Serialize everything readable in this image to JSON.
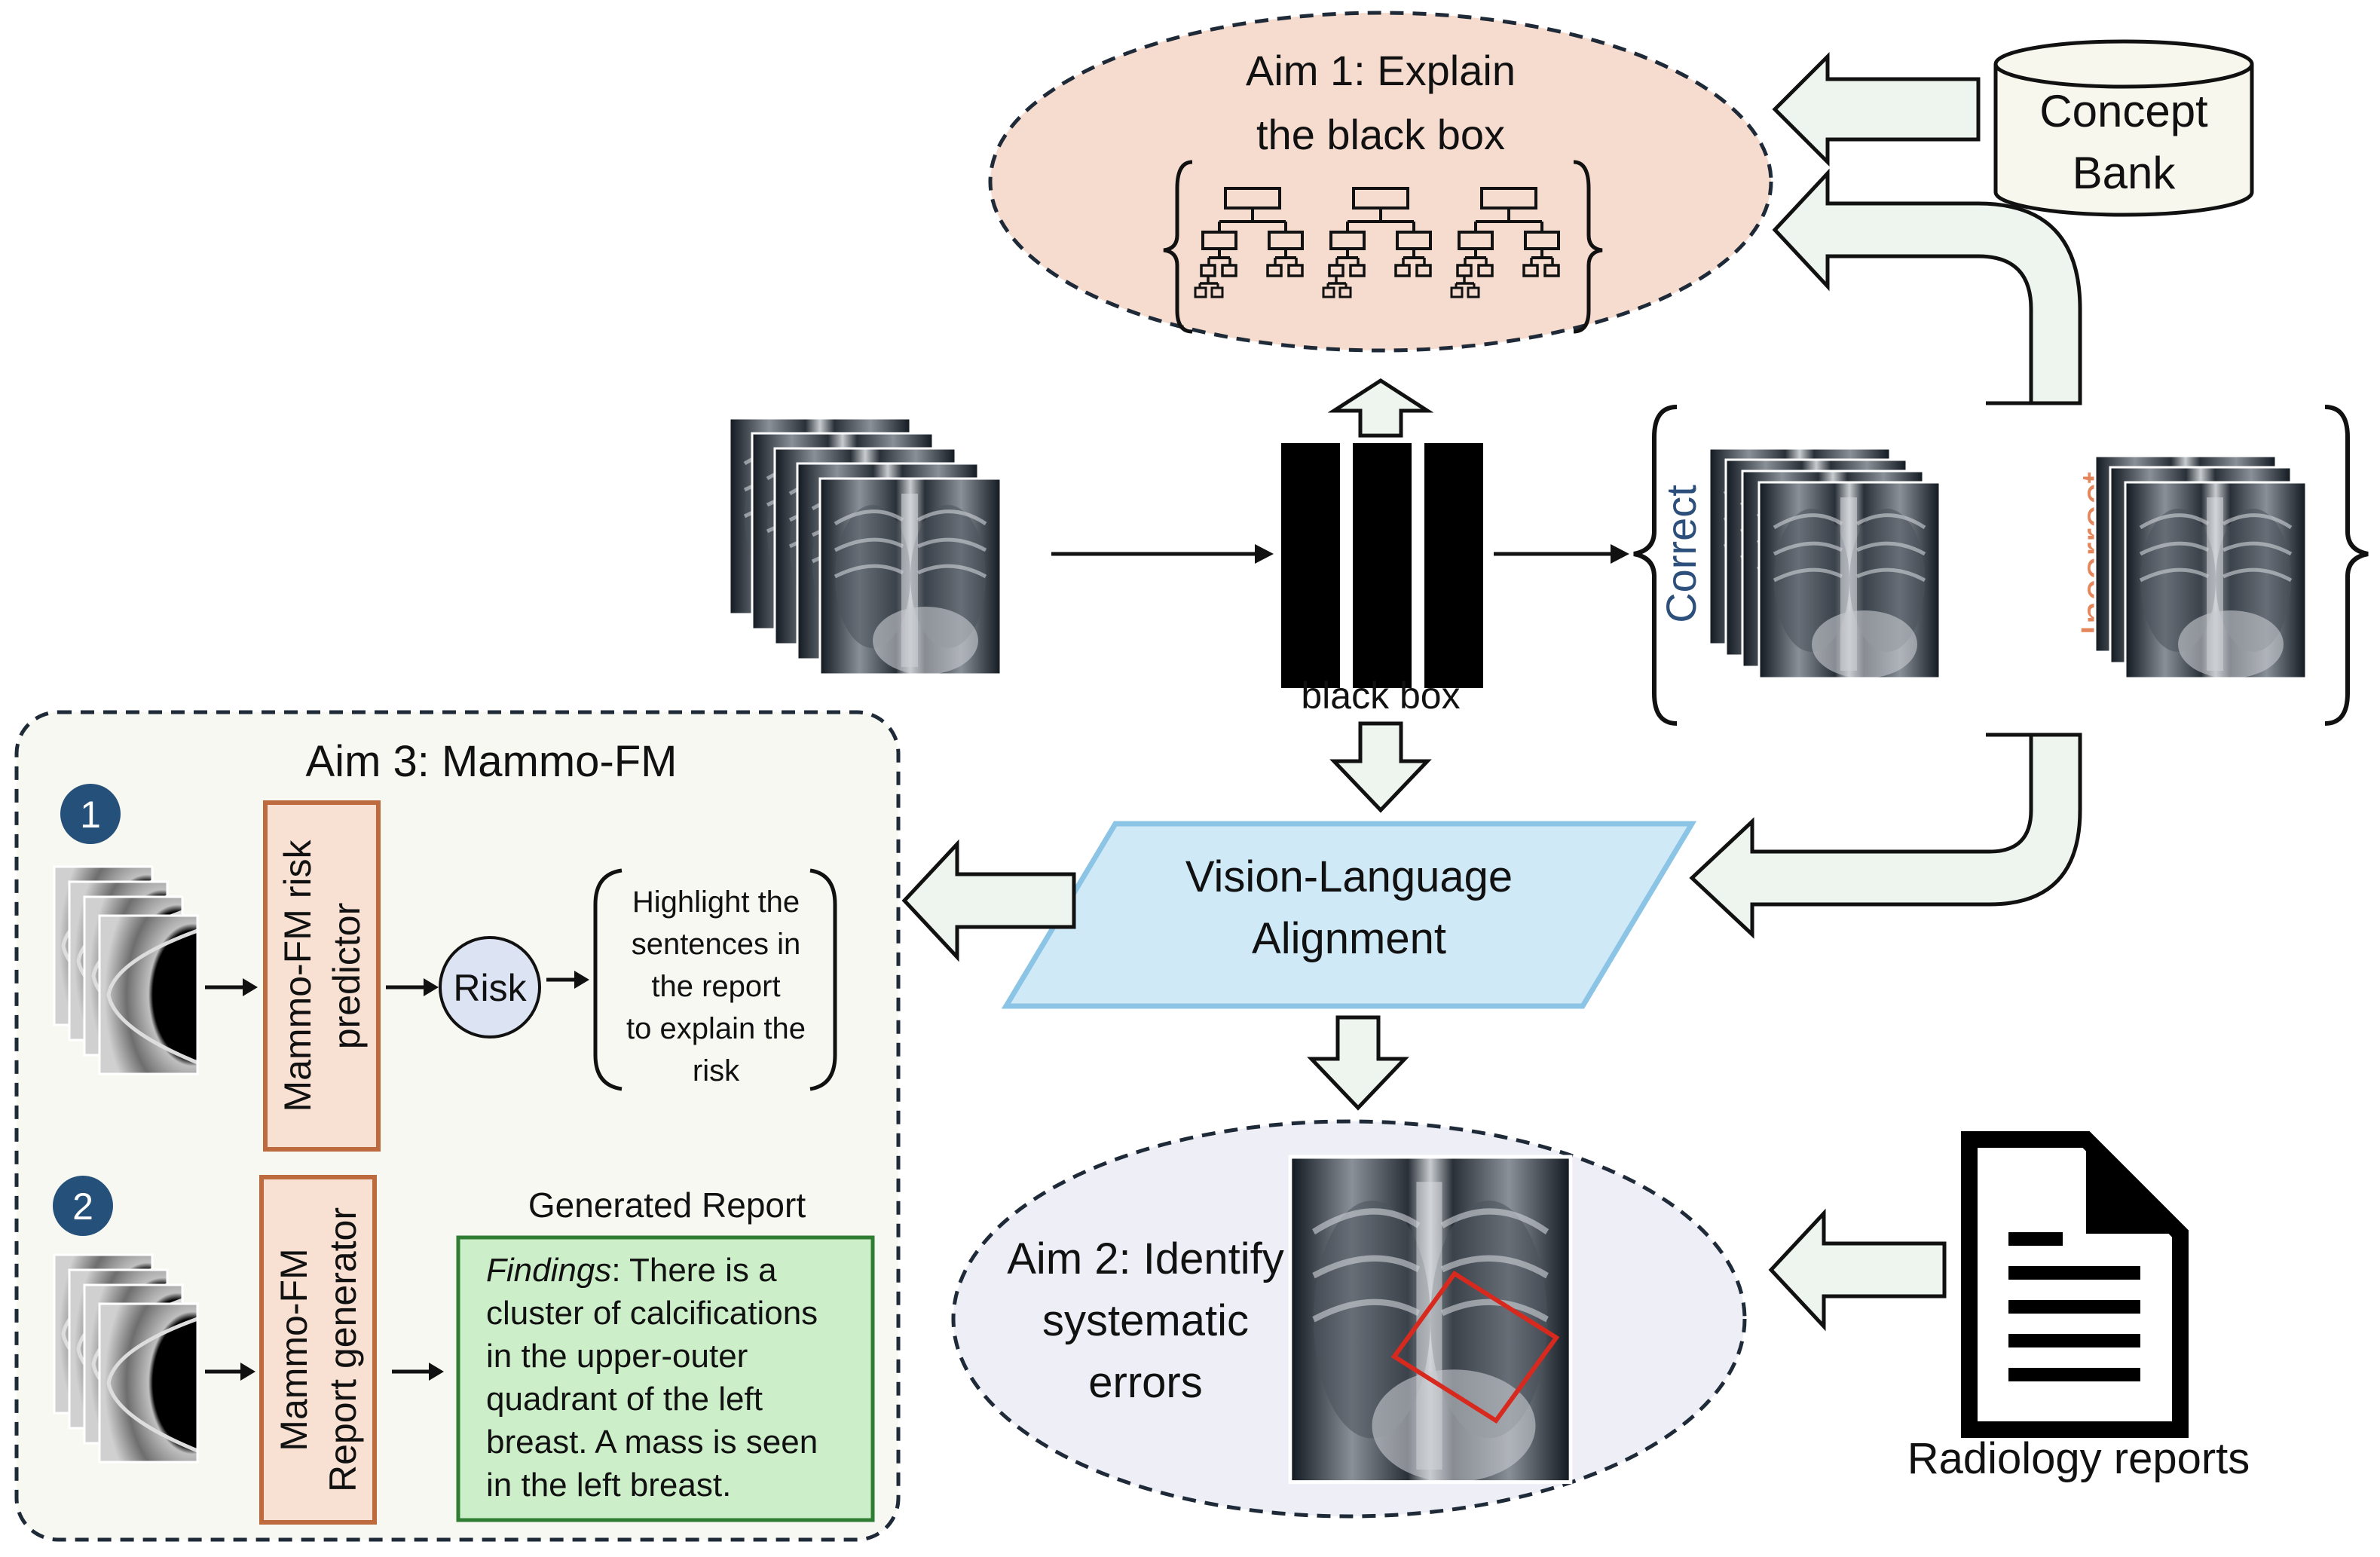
{
  "aim1": {
    "line1": "Aim 1: Explain",
    "line2": "the black box"
  },
  "concept_bank": {
    "line1": "Concept",
    "line2": "Bank"
  },
  "black_box": {
    "label": "black box"
  },
  "outcomes": {
    "correct": "Correct",
    "incorrect": "Incorrect"
  },
  "alignment": {
    "line1": "Vision-Language",
    "line2": "Alignment"
  },
  "aim2": {
    "line1": "Aim 2: Identify",
    "line2": "systematic",
    "line3": "errors"
  },
  "radiology": {
    "label": "Radiology reports"
  },
  "aim3": {
    "title": "Aim 3: Mammo-FM",
    "step1": {
      "badge": "1",
      "predictor_line1": "Mammo-FM risk",
      "predictor_line2": "predictor",
      "risk": "Risk",
      "explain_lines": [
        "Highlight the",
        "sentences in",
        "the report",
        "to explain the",
        "risk"
      ]
    },
    "step2": {
      "badge": "2",
      "generator_line1": "Mammo-FM",
      "generator_line2": "Report generator",
      "report_title": "Generated Report",
      "findings_label": "Findings",
      "findings_line1_rest": ": There is a",
      "findings_lines": [
        "cluster of calcifications",
        "in the upper-outer",
        "quadrant of the left",
        "breast. A mass is seen",
        "in the left breast."
      ]
    }
  },
  "colors": {
    "aim1_fill": "#F6DCCF",
    "aim2_fill": "#EEEEF6",
    "aim3_fill": "#F8F8F2",
    "alignment_fill": "#CFE9F7",
    "alignment_stroke": "#8CC4E6",
    "arrow_fill": "#EEF5EF",
    "mammo_box_fill": "#F8E0D2",
    "mammo_box_stroke": "#BE6A3F",
    "report_fill": "#CCEFC9",
    "report_stroke": "#2E7D32",
    "risk_fill": "#DCE3F3",
    "badge_fill": "#24507A",
    "correct_color": "#2D4F7C",
    "incorrect_color": "#E4865C",
    "error_box": "#D8291E"
  }
}
